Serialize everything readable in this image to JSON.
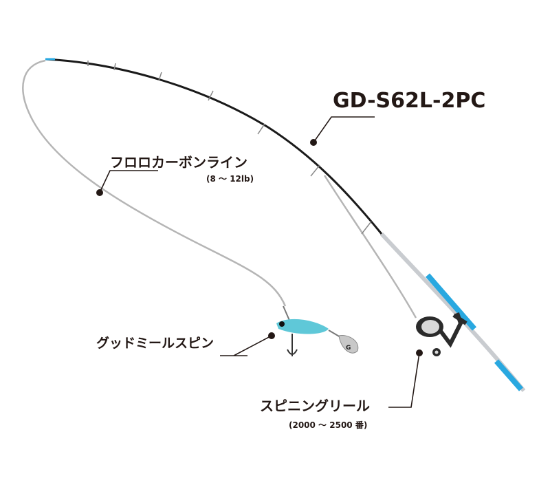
{
  "rod": {
    "model": "GD-S62L-2PC"
  },
  "line": {
    "name": "フロロカーボンライン",
    "spec": "(8 ～ 12lb)"
  },
  "lure": {
    "name": "グッドミールスピン",
    "blade_mark": "G"
  },
  "reel": {
    "name": "スピニングリール",
    "spec": "(2000 ～ 2500 番)"
  },
  "colors": {
    "text": "#231815",
    "rod_blank": "#1a1a1a",
    "grip": "#29a8e0",
    "line": "#b5b5b5"
  }
}
